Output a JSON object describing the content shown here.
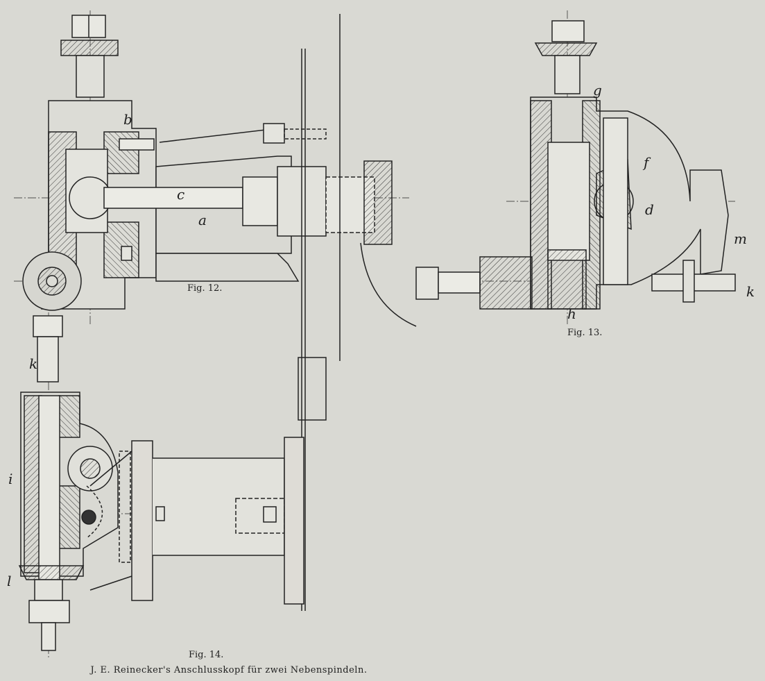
{
  "figures": {
    "fig12": {
      "caption": "Fig. 12.",
      "labels": {
        "b": "b",
        "c": "c",
        "a": "a"
      }
    },
    "fig13": {
      "caption": "Fig. 13.",
      "labels": {
        "g": "g",
        "f": "f",
        "d": "d",
        "m": "m",
        "k": "k",
        "h": "h"
      }
    },
    "fig14": {
      "caption": "Fig. 14.",
      "labels": {
        "k": "k",
        "i": "i",
        "l": "l"
      }
    }
  },
  "plate_caption": "J. E. Reinecker's Anschlusskopf für zwei Nebenspindeln."
}
